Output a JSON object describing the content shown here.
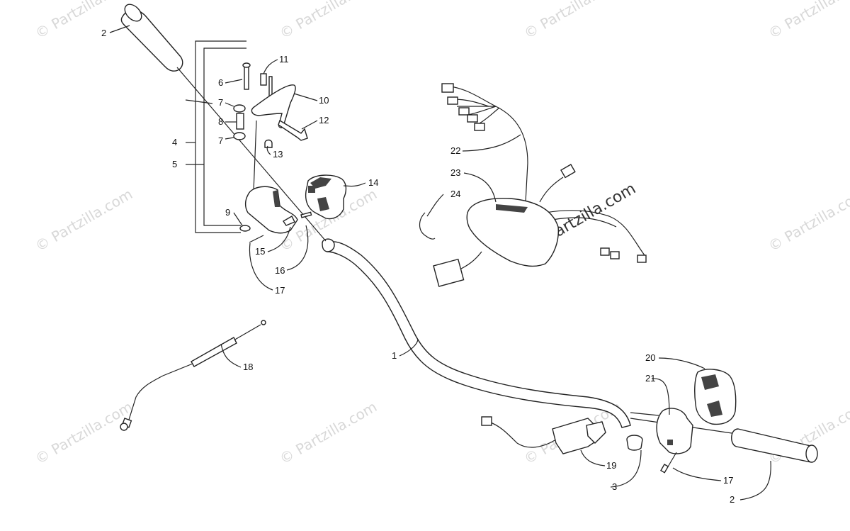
{
  "watermark": {
    "text": "© Partzilla.com",
    "center_text": "© Partzilla.com"
  },
  "callouts": {
    "c1": "1",
    "c2a": "2",
    "c2b": "2",
    "c3": "3",
    "c4": "4",
    "c5": "5",
    "c6": "6",
    "c7a": "7",
    "c7b": "7",
    "c8": "8",
    "c9": "9",
    "c10": "10",
    "c11": "11",
    "c12": "12",
    "c13": "13",
    "c14": "14",
    "c15": "15",
    "c16": "16",
    "c17a": "17",
    "c17b": "17",
    "c18": "18",
    "c19": "19",
    "c20": "20",
    "c21": "21",
    "c22": "22",
    "c23": "23",
    "c24": "24"
  }
}
